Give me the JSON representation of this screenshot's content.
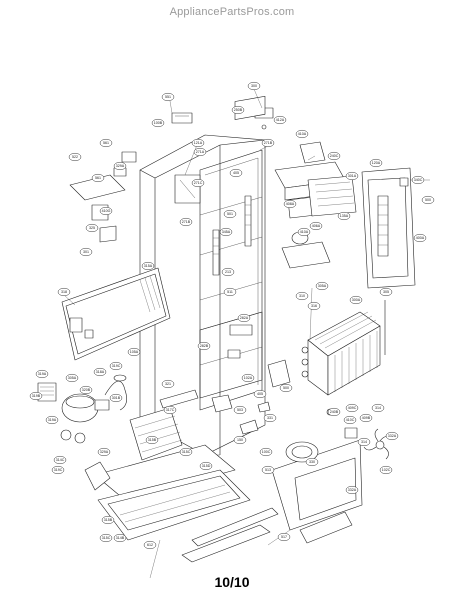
{
  "header": {
    "site_name": "AppliancePartsPros.com"
  },
  "footer": {
    "page_number": "10/10"
  },
  "colors": {
    "line": "#222222",
    "header_text": "#9a9a9a",
    "background": "#ffffff"
  },
  "callouts": [
    {
      "id": "c1",
      "text": "551"
    },
    {
      "id": "c2",
      "text": "100B"
    },
    {
      "id": "c3",
      "text": "300"
    },
    {
      "id": "c4",
      "text": "250B"
    },
    {
      "id": "c5",
      "text": "412A"
    },
    {
      "id": "c6",
      "text": "561"
    },
    {
      "id": "c7",
      "text": "121A"
    },
    {
      "id": "c8",
      "text": "271A"
    },
    {
      "id": "c9",
      "text": "271B"
    },
    {
      "id": "c10",
      "text": "410A"
    },
    {
      "id": "c11",
      "text": "240C"
    },
    {
      "id": "c12",
      "text": "120A"
    },
    {
      "id": "c13",
      "text": "522"
    },
    {
      "id": "c14",
      "text": "561"
    },
    {
      "id": "c15",
      "text": "329A"
    },
    {
      "id": "c16",
      "text": "271C"
    },
    {
      "id": "c17",
      "text": "405"
    },
    {
      "id": "c18",
      "text": "301A"
    },
    {
      "id": "c19",
      "text": "340C"
    },
    {
      "id": "c20",
      "text": "500"
    },
    {
      "id": "c21",
      "text": "410G"
    },
    {
      "id": "c22",
      "text": "271B"
    },
    {
      "id": "c23",
      "text": "408A"
    },
    {
      "id": "c24",
      "text": "135A"
    },
    {
      "id": "c25",
      "text": "501"
    },
    {
      "id": "c26",
      "text": "325"
    },
    {
      "id": "c27",
      "text": "345A"
    },
    {
      "id": "c28",
      "text": "410A"
    },
    {
      "id": "c29",
      "text": "406A"
    },
    {
      "id": "c30",
      "text": "400A"
    },
    {
      "id": "c31",
      "text": "301"
    },
    {
      "id": "c32",
      "text": "315A"
    },
    {
      "id": "c33",
      "text": "213"
    },
    {
      "id": "c34",
      "text": "511"
    },
    {
      "id": "c35",
      "text": "318"
    },
    {
      "id": "c36",
      "text": "316"
    },
    {
      "id": "c37",
      "text": "310"
    },
    {
      "id": "c38",
      "text": "305A"
    },
    {
      "id": "c39",
      "text": "300A"
    },
    {
      "id": "c40",
      "text": "305"
    },
    {
      "id": "c41",
      "text": "282A"
    },
    {
      "id": "c42",
      "text": "282B"
    },
    {
      "id": "c43",
      "text": "105A"
    },
    {
      "id": "c44",
      "text": "319A"
    },
    {
      "id": "c45",
      "text": "305A"
    },
    {
      "id": "c46",
      "text": "319C"
    },
    {
      "id": "c47",
      "text": "318A"
    },
    {
      "id": "c48",
      "text": "320B"
    },
    {
      "id": "c49",
      "text": "301B"
    },
    {
      "id": "c50",
      "text": "317C"
    },
    {
      "id": "c51",
      "text": "321"
    },
    {
      "id": "c52",
      "text": "319B"
    },
    {
      "id": "c53",
      "text": "102A"
    },
    {
      "id": "c54",
      "text": "405"
    },
    {
      "id": "c55",
      "text": "500"
    },
    {
      "id": "c56",
      "text": "409C"
    },
    {
      "id": "c57",
      "text": "409B"
    },
    {
      "id": "c58",
      "text": "314"
    },
    {
      "id": "c59",
      "text": "315B"
    },
    {
      "id": "c60",
      "text": "315C"
    },
    {
      "id": "c61",
      "text": "315D"
    },
    {
      "id": "c62",
      "text": "332A"
    },
    {
      "id": "c63",
      "text": "314"
    },
    {
      "id": "c64",
      "text": "331"
    },
    {
      "id": "c65",
      "text": "513"
    },
    {
      "id": "c66",
      "text": "100C"
    },
    {
      "id": "c67",
      "text": "332A"
    },
    {
      "id": "c68",
      "text": "102C"
    },
    {
      "id": "c69",
      "text": "314C"
    },
    {
      "id": "c70",
      "text": "517"
    },
    {
      "id": "c71",
      "text": "315B"
    },
    {
      "id": "c72",
      "text": "315C"
    },
    {
      "id": "c73",
      "text": "314B"
    },
    {
      "id": "c74",
      "text": "612"
    },
    {
      "id": "c75",
      "text": "503"
    },
    {
      "id": "c76",
      "text": "319C"
    },
    {
      "id": "c77",
      "text": "329A"
    },
    {
      "id": "c78",
      "text": "240B"
    },
    {
      "id": "c79",
      "text": "410C"
    },
    {
      "id": "c80",
      "text": "330"
    },
    {
      "id": "c81",
      "text": "319A"
    },
    {
      "id": "c82",
      "text": "150"
    }
  ]
}
